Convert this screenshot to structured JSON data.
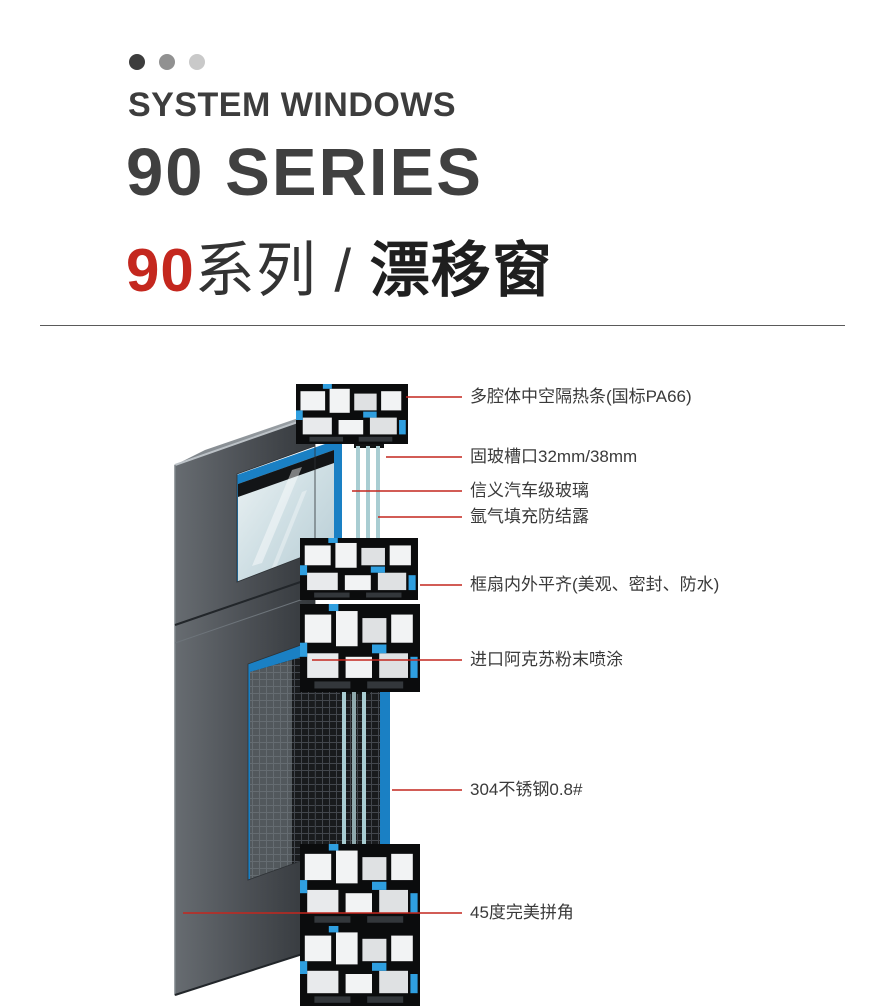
{
  "header": {
    "subtitle": "SYSTEM WINDOWS",
    "series_en": "90 SERIES",
    "series_cn_num": "90",
    "series_cn_label": "系列",
    "series_cn_sep": " / ",
    "series_cn_name": "漂移窗"
  },
  "callouts": [
    {
      "label": "多腔体中空隔热条(国标PA66)"
    },
    {
      "label": "固玻槽口32mm/38mm"
    },
    {
      "label": "信义汽车级玻璃"
    },
    {
      "label": "氩气填充防结露"
    },
    {
      "label": "框扇内外平齐(美观、密封、防水)"
    },
    {
      "label": "进口阿克苏粉末喷涂"
    },
    {
      "label": "304不锈钢0.8#"
    },
    {
      "label": "45度完美拼角"
    }
  ],
  "colors": {
    "accent_red": "#c4271e",
    "frame_dark": "#3c4044",
    "frame_light": "#8f959a",
    "profile_blue": "#2f9fe0",
    "sash_blue": "#1a80c4",
    "glass": "#d7e5ea",
    "dot_dark": "#3d3d3d",
    "dot_mid": "#919191",
    "dot_light": "#c9c9c9"
  }
}
